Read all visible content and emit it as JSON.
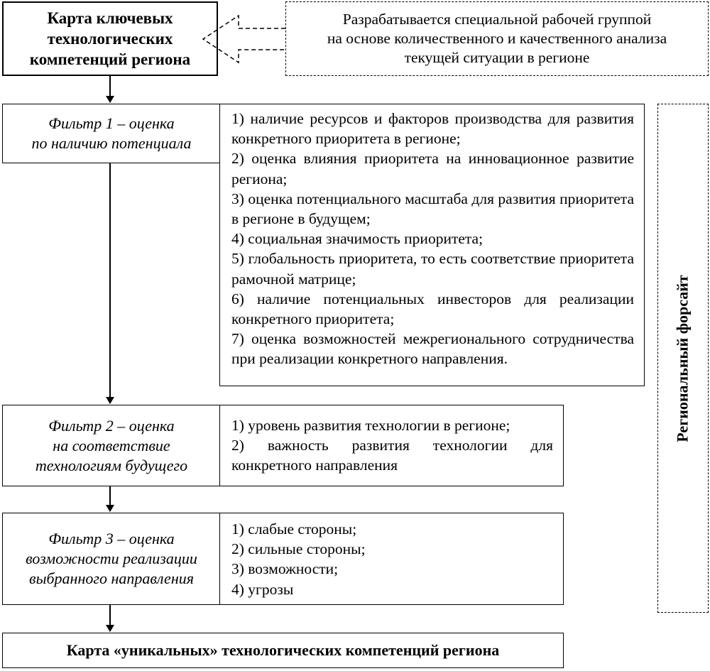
{
  "map_box": {
    "lines": [
      "Карта ключевых",
      "технологических",
      "компетенций региона"
    ]
  },
  "dev_box": {
    "lines": [
      "Разрабатывается специальной рабочей группой",
      "на основе количественного и качественного анализа",
      "текущей ситуации в регионе"
    ]
  },
  "filter1": {
    "title_lines": [
      "Фильтр 1 – оценка",
      "по наличию потенциала"
    ],
    "criteria": [
      "1) наличие ресурсов и факторов производства для развития конкретного приоритета в регионе;",
      "2) оценка влияния приоритета на инновационное развитие региона;",
      "3) оценка потенциального масштаба для развития приоритета в регионе в будущем;",
      "4) социальная значимость приоритета;",
      "5) глобальность приоритета, то есть соответствие приоритета рамочной матрице;",
      "6) наличие потенциальных инвесторов для реализации конкретного приоритета;",
      "7) оценка возможностей межрегионального сотрудничества при реализации конкретного направления."
    ]
  },
  "filter2": {
    "title_lines": [
      "Фильтр 2 – оценка",
      "на соответствие",
      "технологиям будущего"
    ],
    "criteria": [
      "1) уровень развития технологии в регионе;",
      "2) важность развития технологии для конкретного направления"
    ]
  },
  "filter3": {
    "title_lines": [
      "Фильтр 3 – оценка",
      "возможности реализации",
      "выбранного направления"
    ],
    "criteria": [
      "1) слабые стороны;",
      "2) сильные стороны;",
      "3) возможности;",
      "4) угрозы"
    ]
  },
  "final_box": {
    "label": "Карта «уникальных» технологических компетенций региона"
  },
  "foresight": {
    "label": "Региональный форсайт"
  }
}
